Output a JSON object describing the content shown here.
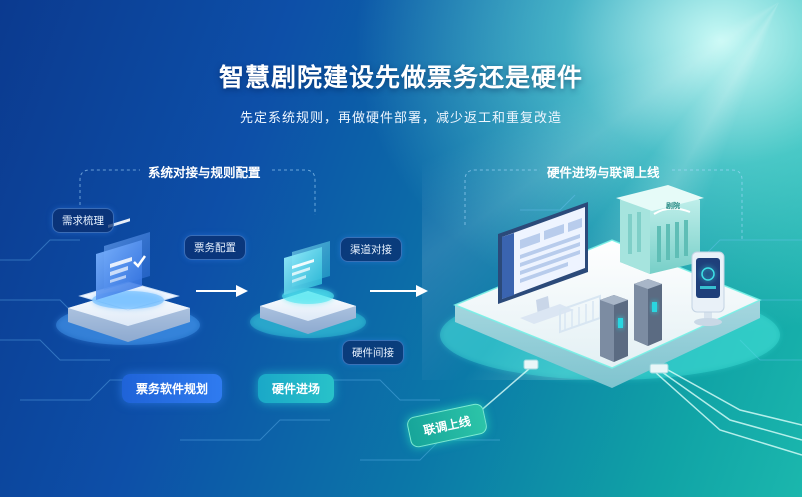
{
  "header": {
    "title": "智慧剧院建设先做票务还是硬件",
    "subtitle": "先定系统规则，再做硬件部署，减少返工和重复改造"
  },
  "sections": {
    "left": "系统对接与规则配置",
    "right": "硬件进场与联调上线"
  },
  "tags": {
    "requirements": "需求梳理",
    "ticket_config": "票务配置",
    "channel": "渠道对接",
    "hardware_interface": "硬件间接"
  },
  "pills": {
    "ticket_software": "票务软件规划",
    "hardware_entry": "硬件进场",
    "commissioning": "联调上线"
  },
  "building_sign": "剧院",
  "colors": {
    "accent_blue": "#2f7bf0",
    "accent_cyan": "#28c2c9",
    "accent_green": "#2cc4a8"
  }
}
